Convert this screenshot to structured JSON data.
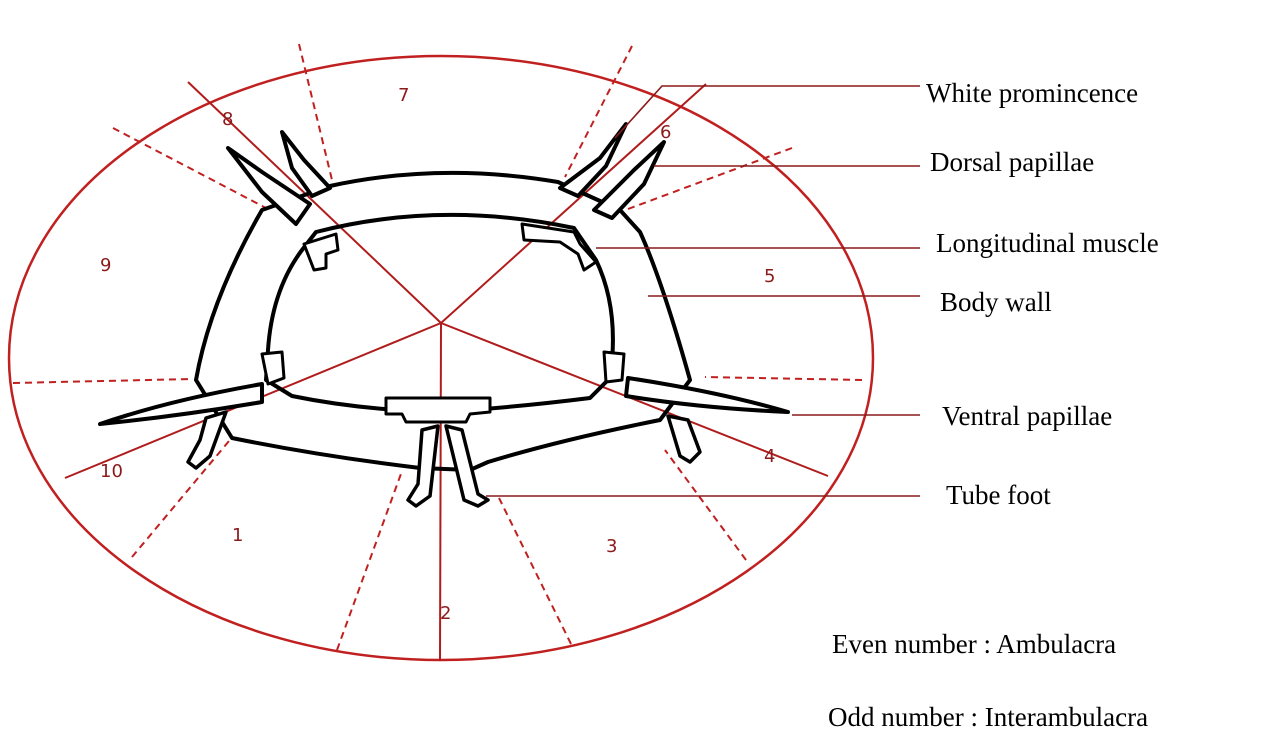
{
  "sectors": [
    "1",
    "2",
    "3",
    "4",
    "5",
    "6",
    "7",
    "8",
    "9",
    "10"
  ],
  "labels": {
    "white_prominence": "White promincence",
    "dorsal_papillae": "Dorsal papillae",
    "longitudinal_muscle": "Longitudinal muscle",
    "body_wall": "Body wall",
    "ventral_papillae": "Ventral papillae",
    "tube_foot": "Tube foot"
  },
  "legend": {
    "even": "Even number : Ambulacra",
    "odd": "Odd number : Interambulacra"
  },
  "colors": {
    "rim": "#c0201f",
    "sector_number": "#8b1a1a",
    "outline": "#000000"
  }
}
